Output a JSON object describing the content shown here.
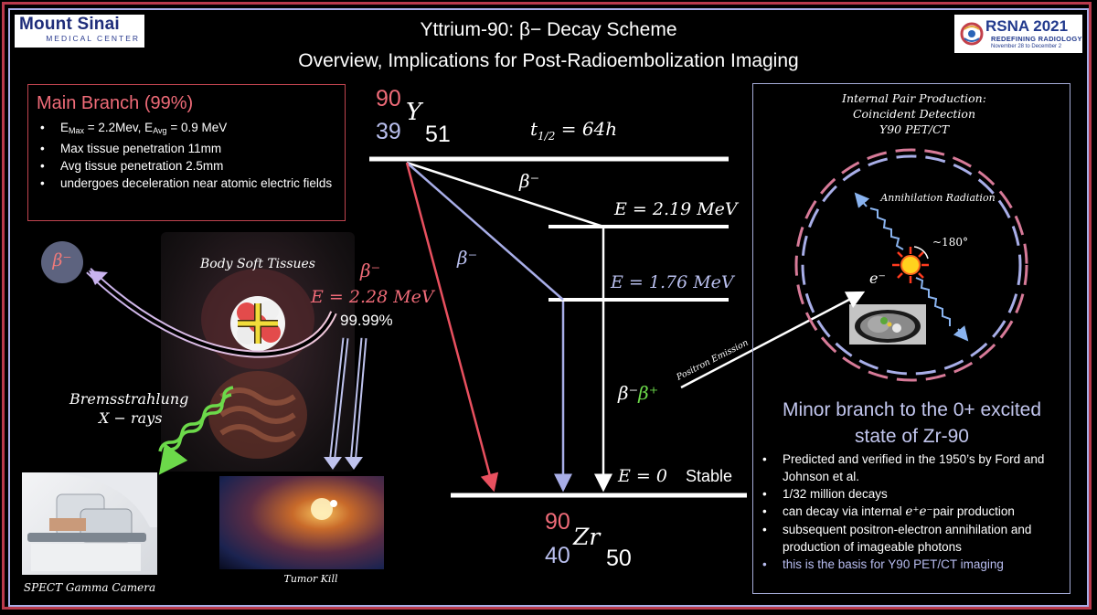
{
  "title": {
    "line1": "Yttrium-90:  β− Decay Scheme",
    "line2": "Overview, Implications for Post-Radioembolization Imaging"
  },
  "logos": {
    "left_line1": "Mount Sinai",
    "left_line2": "MEDICAL CENTER",
    "right_line1": "RSNA 2021",
    "right_line2": "REDEFINING RADIOLOGY",
    "right_line3": "November 28 to December 2"
  },
  "main_branch": {
    "header": "Main Branch (99%)",
    "bullets": [
      {
        "prefix": "E",
        "sub1": "Max",
        "mid": " = 2.2Mev, E",
        "sub2": "Avg",
        "suffix": " = 0.9 MeV"
      },
      "Max tissue penetration 11mm",
      "Avg tissue penetration 2.5mm",
      "undergoes deceleration near atomic electric fields"
    ]
  },
  "decay_scheme": {
    "parent": {
      "mass": "90",
      "symbol": "Y",
      "z": "39",
      "n": "51"
    },
    "daughter": {
      "mass": "90",
      "symbol": "Zr",
      "z": "40",
      "n": "50"
    },
    "half_life_label": "t",
    "half_life_sub": "1/2",
    "half_life_value": " = 64h",
    "levels": [
      {
        "label": "E = 2.19 MeV",
        "color": "#ffffff"
      },
      {
        "label": "E = 1.76 MeV",
        "color": "#b9bfee"
      },
      {
        "label": "E = 0",
        "color": "#ffffff"
      }
    ],
    "stable_label": "Stable",
    "beta_upper": "β⁻",
    "beta_mid": "β⁻",
    "beta_left": "β⁻",
    "energy_left": "E = 2.28 MeV",
    "percent_left": "99.99%",
    "pair_beta_minus": "β⁻",
    "pair_beta_plus": "β⁺"
  },
  "labels": {
    "body_soft_tissues": "Body Soft Tissues",
    "beta_circle": "β⁻",
    "bremsstrahlung_1": "Bremsstrahlung",
    "bremsstrahlung_2": "X − rays",
    "spect": "SPECT Gamma Camera",
    "tumor_kill": "Tumor Kill",
    "positron_emission": "Positron Emission",
    "annihilation": "Annihilation Radiation",
    "angle": "~180°",
    "electron": "e⁻"
  },
  "pet": {
    "line1": "Internal Pair Production:",
    "line2": "Coincident Detection",
    "line3": "Y90 PET/CT"
  },
  "minor_branch": {
    "header_line1": "Minor branch to the 0+ excited",
    "header_line2": "state of Zr-90",
    "bullets": [
      "Predicted and verified in the 1950’s by Ford and Johnson et al.",
      "1/32 million decays",
      {
        "pre": "can decay via internal ",
        "math": "e⁺e⁻",
        "post": "pair production"
      },
      "subsequent positron-electron annihilation and production of imageable photons",
      "this is the basis for Y90 PET/CT imaging"
    ]
  },
  "colors": {
    "red": "#e8505f",
    "lavender": "#a8aee8",
    "green": "#6cd94a"
  }
}
